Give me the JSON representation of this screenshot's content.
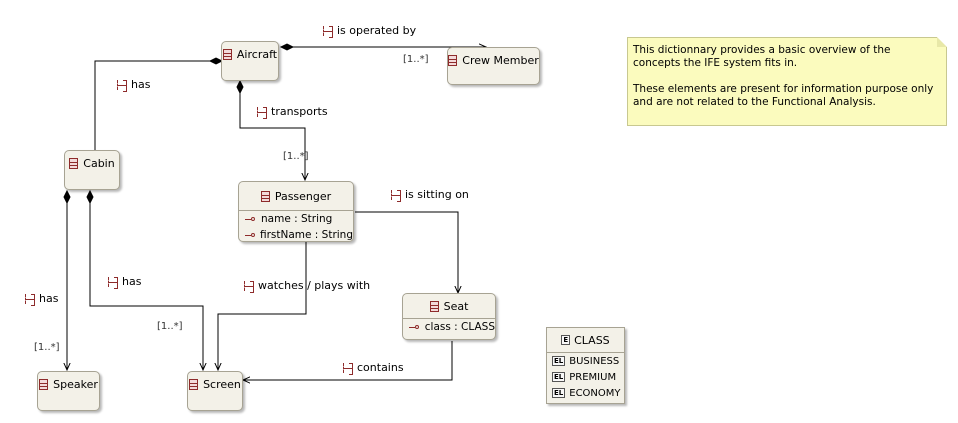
{
  "classes": {
    "aircraft": {
      "name": "Aircraft"
    },
    "crew_member": {
      "name": "Crew Member"
    },
    "cabin": {
      "name": "Cabin"
    },
    "passenger": {
      "name": "Passenger",
      "attributes": [
        "name : String",
        "firstName : String"
      ]
    },
    "seat": {
      "name": "Seat",
      "attributes": [
        "class : CLASS"
      ]
    },
    "speaker": {
      "name": "Speaker"
    },
    "screen": {
      "name": "Screen"
    }
  },
  "relations": {
    "is_operated_by": {
      "label": "is operated by",
      "multiplicity": "[1..*]"
    },
    "aircraft_has": {
      "label": "has"
    },
    "transports": {
      "label": "transports",
      "multiplicity": "[1..*]"
    },
    "is_sitting_on": {
      "label": "is sitting on"
    },
    "cabin_has_speaker": {
      "label": "has",
      "multiplicity": "[1..*]"
    },
    "cabin_has_screen": {
      "label": "has",
      "multiplicity": "[1..*]"
    },
    "watches": {
      "label": "watches / plays with"
    },
    "contains": {
      "label": "contains"
    }
  },
  "note": {
    "lines": [
      "This dictionnary provides a basic overview of the concepts the IFE system fits in.",
      "These elements are present for information purpose only and are not related to the Functional Analysis."
    ]
  },
  "enumeration": {
    "name": "CLASS",
    "icon_text": "EL",
    "header_icon_text": "E",
    "literals": [
      "BUSINESS",
      "PREMIUM",
      "ECONOMY"
    ]
  },
  "colors": {
    "class_fill": "#f3f1e8",
    "class_border": "#a7a393",
    "note_fill": "#fbfbbe",
    "icon_red": "#8e2b2b"
  }
}
